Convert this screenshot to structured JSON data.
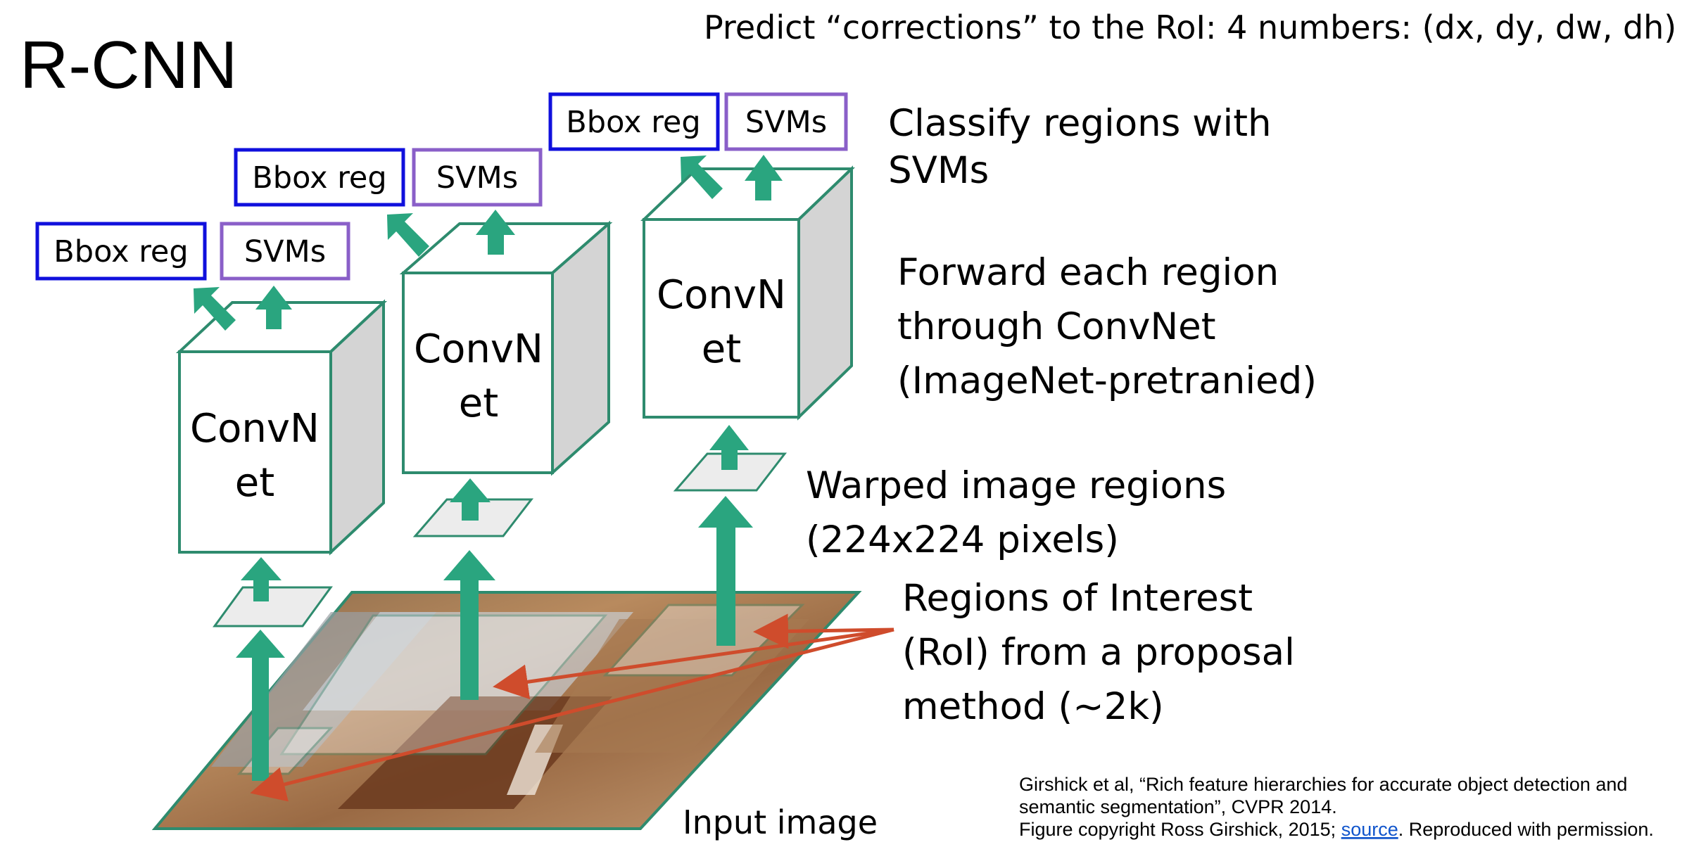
{
  "title": "R-CNN",
  "annotations": {
    "predict": "Predict “corrections” to the RoI: 4 numbers: (dx, dy, dw, dh)",
    "classify": [
      "Classify regions with",
      "SVMs"
    ],
    "forward": [
      "Forward each region",
      "through ConvNet",
      "(ImageNet-pretranied)"
    ],
    "warped": [
      "Warped image regions",
      "(224x224 pixels)"
    ],
    "roi": [
      "Regions of Interest",
      "(RoI) from a proposal",
      "method (~2k)"
    ],
    "input": "Input image"
  },
  "towers": [
    {
      "bbox": "Bbox reg",
      "svms": "SVMs",
      "convnet": [
        "ConvN",
        "et"
      ]
    },
    {
      "bbox": "Bbox reg",
      "svms": "SVMs",
      "convnet": [
        "ConvN",
        "et"
      ]
    },
    {
      "bbox": "Bbox reg",
      "svms": "SVMs",
      "convnet": [
        "ConvN",
        "et"
      ]
    }
  ],
  "citation": {
    "line1": "Girshick et al, “Rich feature hierarchies for accurate object detection and",
    "line2": "semantic segmentation”, CVPR 2014.",
    "line3_prefix": "Figure copyright Ross Girshick, 2015; ",
    "line3_link": "source",
    "line3_suffix": ". Reproduced with permission."
  },
  "colors": {
    "arrow": "#2aa57f",
    "cube_edge": "#2e8b6e",
    "bbox_border": "#1010dd",
    "svms_border": "#8a5fc8",
    "pointer": "#cf4c2c"
  }
}
